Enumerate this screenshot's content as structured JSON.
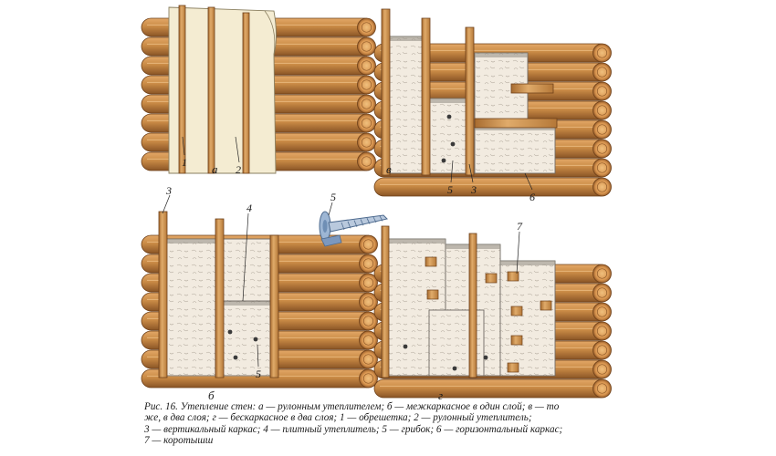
{
  "labels": {
    "panel_a": "а",
    "panel_v": "в",
    "panel_b": "б",
    "panel_g": "г",
    "n1": "1",
    "n2": "2",
    "n3_v": "3",
    "n5_v": "5",
    "n6_v": "6",
    "n3_b": "3",
    "n4_b": "4",
    "n5_b": "5",
    "n5_fastener": "5",
    "n7_g": "7"
  },
  "caption": {
    "line1": "Рис. 16. Утепление стен: а — рулонным утеплителем; б — межкаркасное в один слой; в — то",
    "line2": "же, в два слоя; г — бескаркасное в два слоя; 1 — обрешетка; 2 — рулонный утеплитель;",
    "line3": "3 — вертикальный каркас; 4 — плитный утеплитель; 5 — грибок; 6 — горизонтальный каркас;",
    "line4": "7 — коротышш"
  },
  "colors": {
    "log": "#c98a45",
    "log_dark": "#7a4a1f",
    "log_end": "#e0a35c",
    "stud": "#d8a060",
    "insulation": "#f1eadf",
    "insulation_edge": "#8c8680",
    "roll": "#f4ecd2",
    "fastener": "#8aa6c8"
  }
}
